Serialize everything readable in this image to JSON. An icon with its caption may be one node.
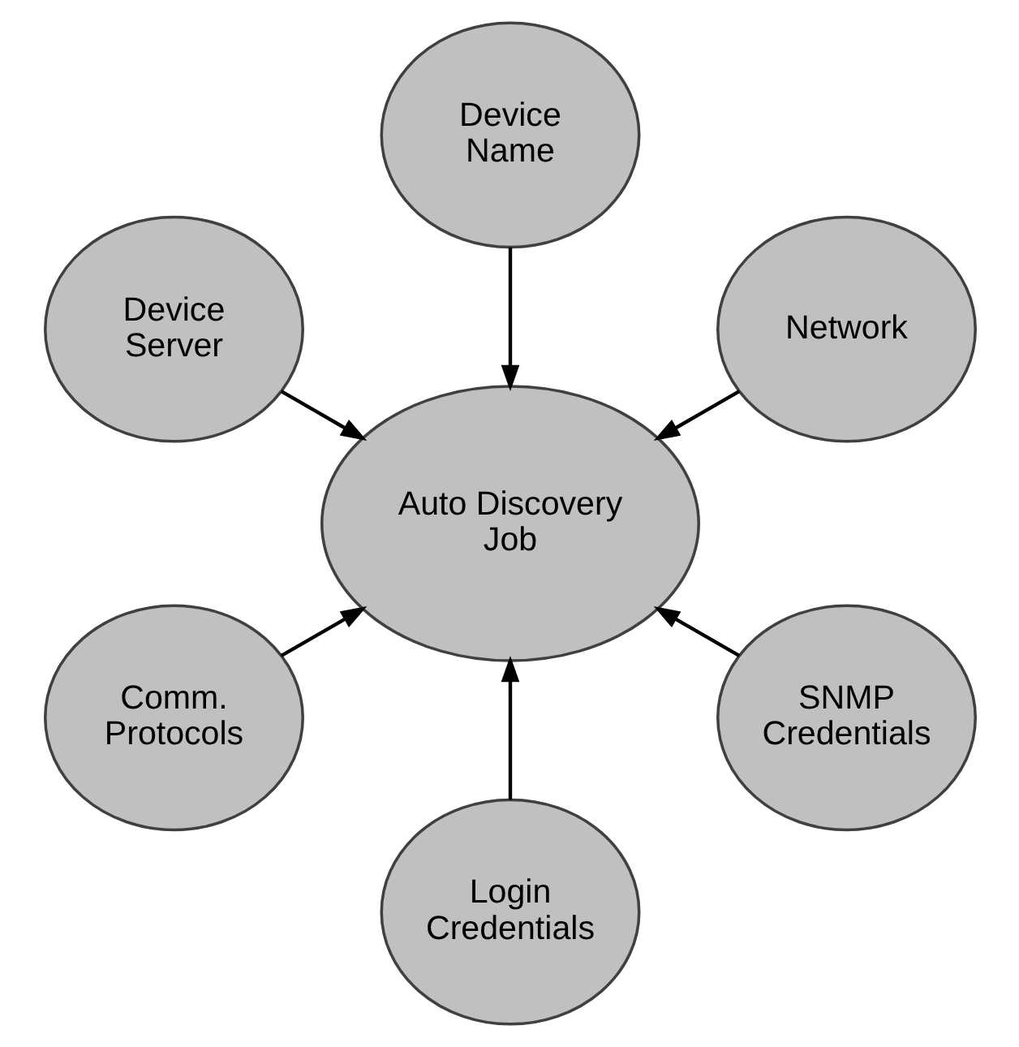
{
  "diagram": {
    "nodes": [
      {
        "text": [
          "Network"
        ]
      },
      {
        "text": [
          "Device Name"
        ]
      },
      {
        "text": [
          "Device Server"
        ]
      },
      {
        "text": [
          "Auto Discovery Job"
        ]
      },
      {
        "text": [
          "Comm. Protocols"
        ]
      },
      {
        "text": [
          "Login Credentials"
        ]
      },
      {
        "text": [
          "SNMP Credentials"
        ]
      }
    ],
    "edges": [
      {
        "from": 0,
        "to": 3,
        "arrow": "to"
      },
      {
        "from": 1,
        "to": 3,
        "arrow": "to"
      },
      {
        "from": 2,
        "to": 3,
        "arrow": "to"
      },
      {
        "from": 4,
        "to": 3,
        "arrow": "to"
      },
      {
        "from": 5,
        "to": 3,
        "arrow": "to"
      },
      {
        "from": 6,
        "to": 3,
        "arrow": "to"
      }
    ]
  }
}
